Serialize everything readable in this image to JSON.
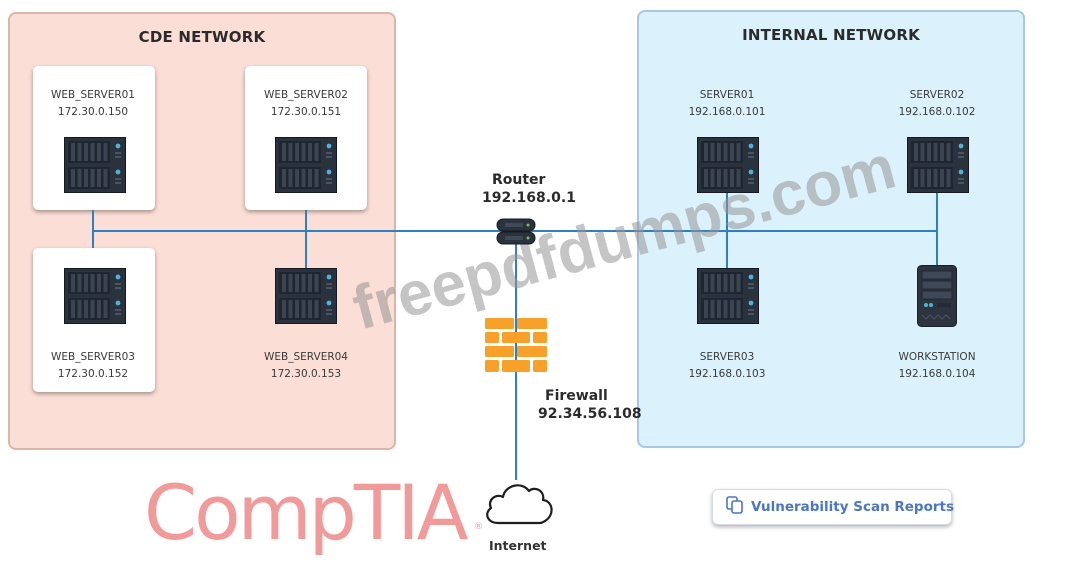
{
  "colors": {
    "cde_zone": "#fbded5",
    "internal_zone": "#dbf2fc",
    "link": "#2f7fc1",
    "firewall": "#f7a02a",
    "logo": "#f19a9a",
    "button_text": "#4a76c4"
  },
  "watermark": "freepdfdumps.com",
  "cde_network": {
    "title": "CDE NETWORK",
    "nodes": [
      {
        "name": "WEB_SERVER01",
        "ip": "172.30.0.150",
        "icon": "rack-server-icon"
      },
      {
        "name": "WEB_SERVER02",
        "ip": "172.30.0.151",
        "icon": "rack-server-icon"
      },
      {
        "name": "WEB_SERVER03",
        "ip": "172.30.0.152",
        "icon": "rack-server-icon"
      },
      {
        "name": "WEB_SERVER04",
        "ip": "172.30.0.153",
        "icon": "rack-server-icon"
      }
    ]
  },
  "internal_network": {
    "title": "INTERNAL NETWORK",
    "nodes": [
      {
        "name": "SERVER01",
        "ip": "192.168.0.101",
        "icon": "rack-server-icon"
      },
      {
        "name": "SERVER02",
        "ip": "192.168.0.102",
        "icon": "rack-server-icon"
      },
      {
        "name": "SERVER03",
        "ip": "192.168.0.103",
        "icon": "rack-server-icon"
      },
      {
        "name": "WORKSTATION",
        "ip": "192.168.0.104",
        "icon": "workstation-tower-icon"
      }
    ]
  },
  "router": {
    "label": "Router",
    "ip": "192.168.0.1",
    "icon": "router-icon"
  },
  "firewall": {
    "label": "Firewall",
    "ip": "92.34.56.108",
    "icon": "firewall-brick-icon"
  },
  "internet": {
    "label": "Internet",
    "icon": "cloud-icon"
  },
  "logo": {
    "text": "CompTIA",
    "registered": "®"
  },
  "vuln_button": {
    "label": "Vulnerability Scan Reports",
    "icon": "copy-documents-icon"
  }
}
